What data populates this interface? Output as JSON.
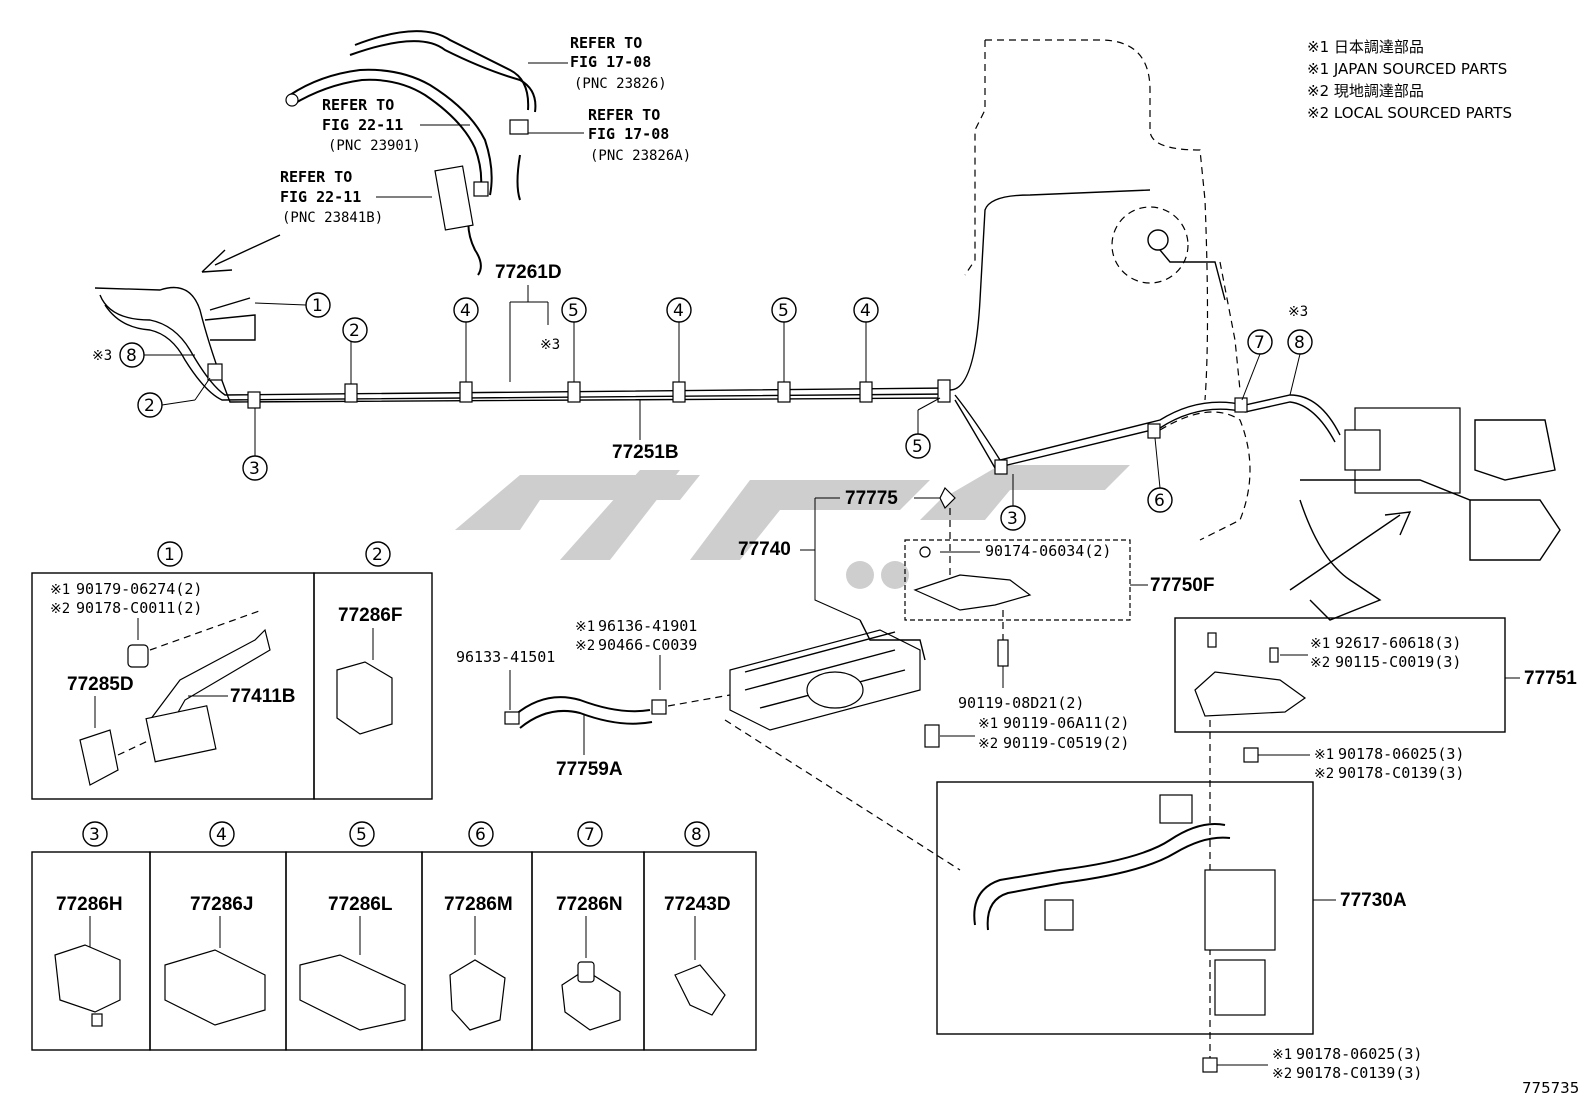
{
  "legend": [
    "※1 日本調達部品",
    "※1 JAPAN SOURCED PARTS",
    "※2 現地調達部品",
    "※2 LOCAL SOURCED PARTS"
  ],
  "references": {
    "ref1": {
      "l1": "REFER TO",
      "l2": "FIG 17-08",
      "l3": "(PNC 23826)"
    },
    "ref2": {
      "l1": "REFER TO",
      "l2": "FIG 22-11",
      "l3": "(PNC 23901)"
    },
    "ref3": {
      "l1": "REFER TO",
      "l2": "FIG 17-08",
      "l3": "(PNC 23826A)"
    },
    "ref4": {
      "l1": "REFER TO",
      "l2": "FIG 22-11",
      "l3": "(PNC 23841B)"
    }
  },
  "callouts": {
    "c1": "1",
    "c2": "2",
    "c3": "3",
    "c4": "4",
    "c5": "5",
    "c6": "6",
    "c7": "7",
    "c8": "8"
  },
  "marks": {
    "m3": "※3",
    "m1": "※1",
    "m2": "※2"
  },
  "parts": {
    "p77261D": "77261D",
    "p77251B": "77251B",
    "p77775": "77775",
    "p77740": "77740",
    "p77750F": "77750F",
    "p77751": "77751",
    "p77759A": "77759A",
    "p77730A": "77730A",
    "p77285D": "77285D",
    "p77411B": "77411B",
    "p77286F": "77286F",
    "p77286H": "77286H",
    "p77286J": "77286J",
    "p77286L": "77286L",
    "p77286M": "77286M",
    "p77286N": "77286N",
    "p77243D": "77243D"
  },
  "codes": {
    "c90174": "90174-06034(2)",
    "c96136": "96136-41901",
    "c90466": "90466-C0039",
    "c96133": "96133-41501",
    "c90119_08": "90119-08D21(2)",
    "c90119_06": "90119-06A11(2)",
    "c90119_C0": "90119-C0519(2)",
    "c92617": "92617-60618(3)",
    "c90115": "90115-C0019(3)",
    "c90178_06a": "90178-06025(3)",
    "c90178_C0a": "90178-C0139(3)",
    "c90178_06b": "90178-06025(3)",
    "c90178_C0b": "90178-C0139(3)",
    "c90179": "90179-06274(2)",
    "c90178_C0011": "90178-C0011(2)"
  },
  "diagram_id": "775735"
}
